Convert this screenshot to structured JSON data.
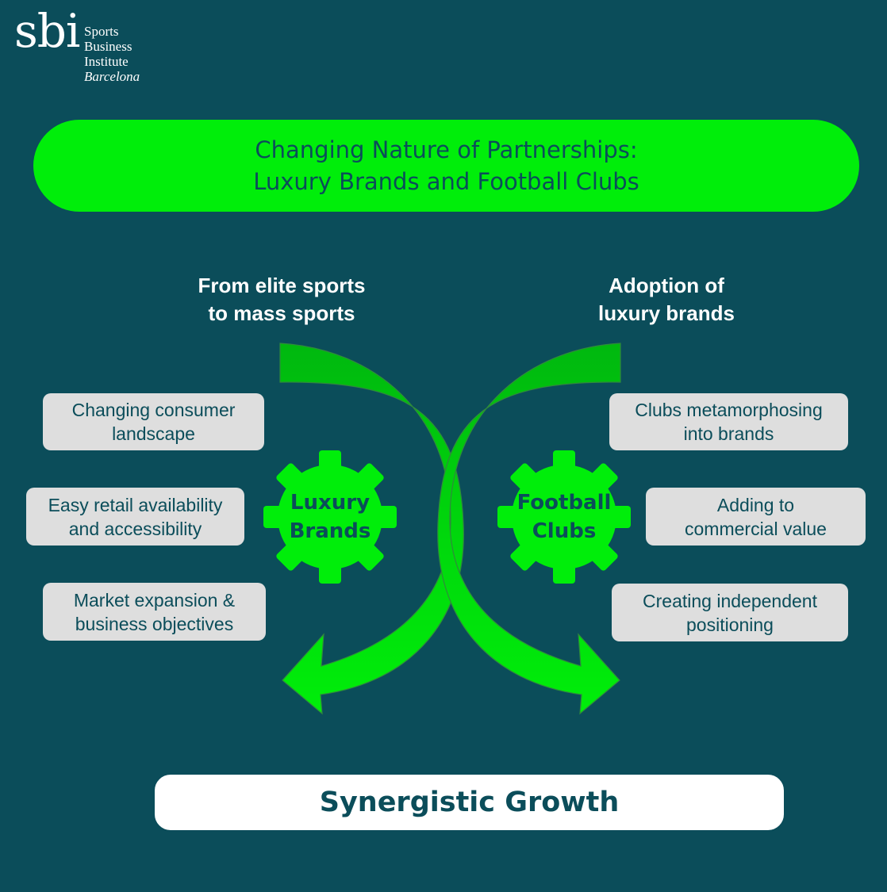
{
  "logo": {
    "mark": "sbi",
    "line1": "Sports",
    "line2": "Business",
    "line3": "Institute",
    "line4": "Barcelona"
  },
  "title": {
    "line1": "Changing Nature of Partnerships:",
    "line2": "Luxury Brands and Football Clubs"
  },
  "left": {
    "heading_line1": "From elite sports",
    "heading_line2": "to mass sports",
    "gear_line1": "Luxury",
    "gear_line2": "Brands",
    "factors": [
      {
        "line1": "Changing consumer",
        "line2": "landscape"
      },
      {
        "line1": "Easy retail availability",
        "line2": "and accessibility"
      },
      {
        "line1": "Market expansion &",
        "line2": "business objectives"
      }
    ]
  },
  "right": {
    "heading_line1": "Adoption of",
    "heading_line2": "luxury brands",
    "gear_line1": "Football",
    "gear_line2": "Clubs",
    "factors": [
      {
        "line1": "Clubs metamorphosing",
        "line2": "into brands"
      },
      {
        "line1": "Adding to",
        "line2": "commercial value"
      },
      {
        "line1": "Creating independent",
        "line2": "positioning"
      }
    ]
  },
  "outcome": "Synergistic Growth",
  "colors": {
    "background": "#0b4d5a",
    "accent_green": "#00ee0a",
    "arrow_green_dark": "#00b80f",
    "box_grey": "#dedede",
    "white": "#ffffff"
  }
}
